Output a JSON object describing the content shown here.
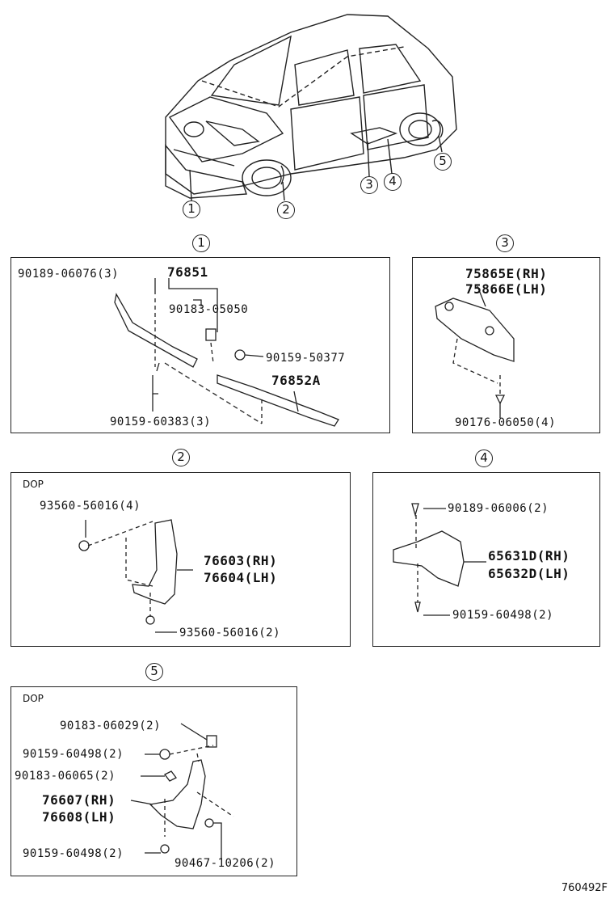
{
  "callouts": {
    "c1": "1",
    "c2": "2",
    "c3": "3",
    "c4": "4",
    "c5": "5"
  },
  "dop_label": "DOP",
  "panel1": {
    "p1": "90189-06076(3)",
    "p2": "76851",
    "p3": "90183-05050",
    "p4": "90159-50377",
    "p5": "76852A",
    "p6": "90159-60383(3)"
  },
  "panel3": {
    "p1": "75865E(RH)",
    "p2": "75866E(LH)",
    "p3": "90176-06050(4)"
  },
  "panel2": {
    "p1": "93560-56016(4)",
    "p2": "76603(RH)",
    "p3": "76604(LH)",
    "p4": "93560-56016(2)"
  },
  "panel4": {
    "p1": "90189-06006(2)",
    "p2": "65631D(RH)",
    "p3": "65632D(LH)",
    "p4": "90159-60498(2)"
  },
  "panel5": {
    "p1": "90183-06029(2)",
    "p2": "90159-60498(2)",
    "p3": "90183-06065(2)",
    "p4": "76607(RH)",
    "p5": "76608(LH)",
    "p6": "90159-60498(2)",
    "p7": "90467-10206(2)"
  },
  "diagram_code": "760492F"
}
